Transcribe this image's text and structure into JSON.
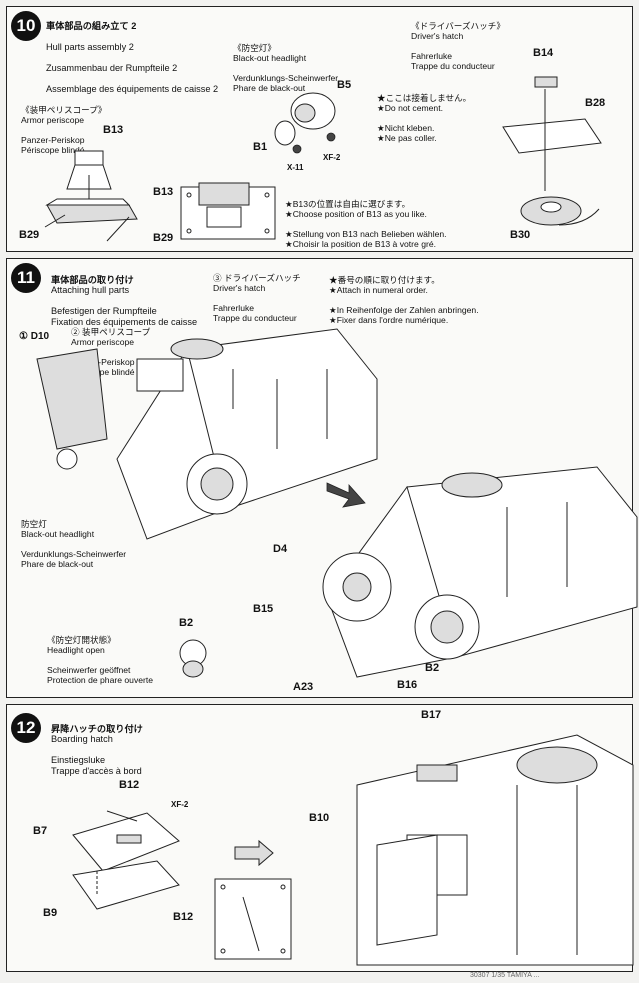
{
  "step10": {
    "number": "10",
    "title": [
      "車体部品の組み立て 2",
      "Hull parts assembly 2",
      "Zusammenbau der Rumpfteile 2",
      "Assemblage des équipements de caisse 2"
    ],
    "periscope": [
      "《装甲ペリスコープ》",
      "Armor periscope",
      "Panzer-Periskop",
      "Périscope blindé"
    ],
    "blackout": [
      "《防空灯》",
      "Black-out headlight",
      "Verdunklungs-Scheinwerfer",
      "Phare de black-out"
    ],
    "hatch": [
      "《ドライバーズハッチ》",
      "Driver's hatch",
      "Fahrerluke",
      "Trappe du conducteur"
    ],
    "no_cement": [
      "★ここは接着しません。",
      "★Do not cement.",
      "★Nicht kleben.",
      "★Ne pas coller."
    ],
    "b13_note": [
      "★B13の位置は自由に選びます。",
      "★Choose position of B13 as you like.",
      "★Stellung von B13 nach Belieben wählen.",
      "★Choisir la position de B13 à votre gré."
    ],
    "parts": {
      "b13a": "B13",
      "b29a": "B29",
      "b13b": "B13",
      "b29b": "B29",
      "b5": "B5",
      "b1": "B1",
      "x11": "X-11",
      "xf2": "XF-2",
      "b14": "B14",
      "b28": "B28",
      "b30": "B30"
    }
  },
  "step11": {
    "number": "11",
    "title": [
      "車体部品の取り付け",
      "Attaching hull parts",
      "Befestigen der Rumpfteile",
      "Fixation des équipements de caisse"
    ],
    "hatch": [
      "③ ドライバーズハッチ",
      "Driver's hatch",
      "Fahrerluke",
      "Trappe du conducteur"
    ],
    "numeric": [
      "★番号の順に取り付けます。",
      "★Attach in numeral order.",
      "★In Reihenfolge der Zahlen anbringen.",
      "★Fixer dans l'ordre numérique."
    ],
    "periscope": [
      "② 装甲ペリスコープ",
      "Armor periscope",
      "Panzer-Periskop",
      "Périscope blindé"
    ],
    "d10": "① D10",
    "blackout": [
      "防空灯",
      "Black-out headlight",
      "Verdunklungs-Scheinwerfer",
      "Phare de black-out"
    ],
    "headlight_open": [
      "《防空灯開状態》",
      "Headlight open",
      "Scheinwerfer geöffnet",
      "Protection de phare ouverte"
    ],
    "parts": {
      "b2a": "B2",
      "d4": "D4",
      "b15": "B15",
      "a23": "A23",
      "b16": "B16",
      "b2b": "B2"
    }
  },
  "step12": {
    "number": "12",
    "title": [
      "昇降ハッチの取り付け",
      "Boarding hatch",
      "Einstiegsluke",
      "Trappe d'accès à bord"
    ],
    "parts": {
      "b12a": "B12",
      "xf2": "XF-2",
      "b7": "B7",
      "b9": "B9",
      "b12b": "B12",
      "b17": "B17",
      "b10": "B10"
    }
  },
  "footer": "30307 1/35 TAMIYA ..."
}
